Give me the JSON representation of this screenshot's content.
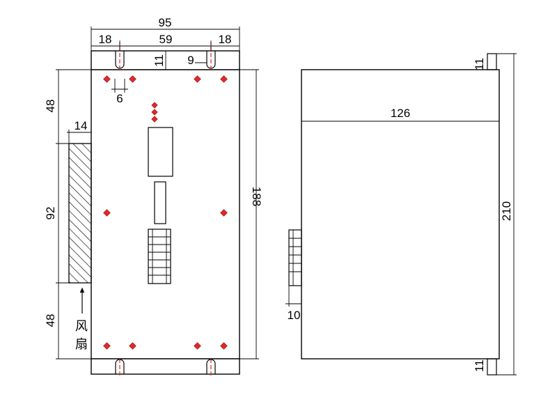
{
  "dimensions": {
    "total_width": "95",
    "left_margin": "18",
    "middle_span": "59",
    "right_margin": "18",
    "tab_height": "11",
    "slot_width": "9",
    "hole_offset": "6",
    "top_section": "48",
    "fan_width": "14",
    "fan_height": "92",
    "bottom_section": "48",
    "body_height": "188",
    "side_depth": "126",
    "side_total_height": "210",
    "side_tab_top": "11",
    "side_tab_bottom": "11",
    "connector_offset": "10"
  },
  "labels": {
    "fan_line1": "风",
    "fan_line2": "扇"
  },
  "colors": {
    "mount_hole": "#e02828",
    "outline": "#000000"
  }
}
